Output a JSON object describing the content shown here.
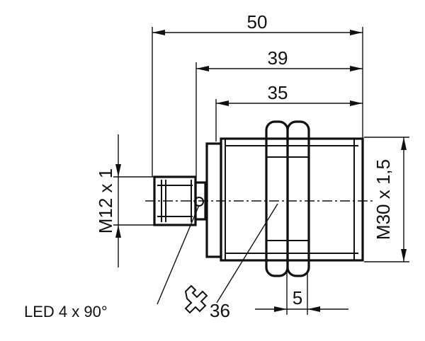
{
  "dimensions": {
    "overall_length": "50",
    "body_length": "39",
    "thread_length": "35",
    "nut_thickness": "5",
    "connector_thread": "M12 x 1",
    "housing_thread": "M30 x 1,5"
  },
  "labels": {
    "led": "LED 4 x 90°",
    "wrench_size": "36"
  },
  "icons": {
    "wrench": "wrench-icon"
  }
}
